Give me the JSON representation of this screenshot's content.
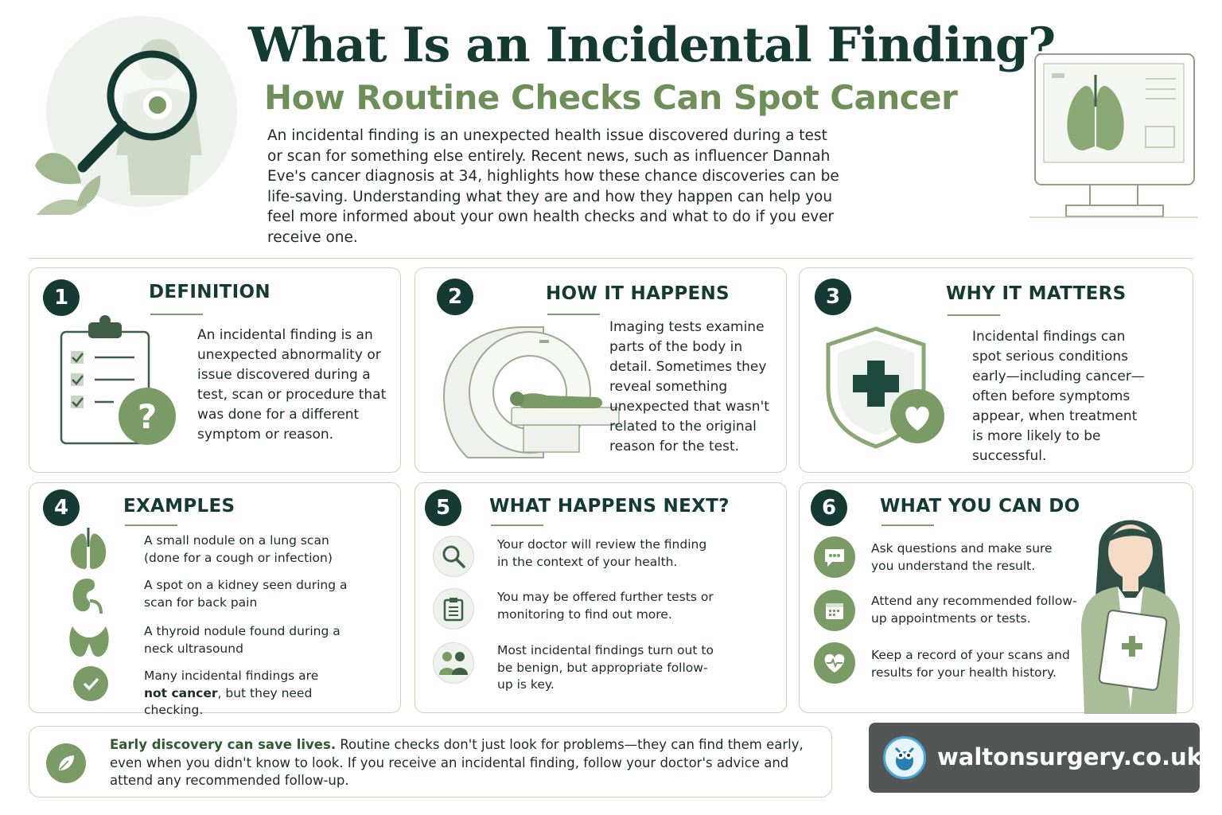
{
  "header": {
    "title": "What Is an Incidental Finding?",
    "subtitle": "How Routine Checks Can Spot Cancer",
    "intro": "An incidental finding is an unexpected health issue discovered during a test or scan for something else entirely. Recent news, such as influencer Dannah Eve's cancer diagnosis at 34, highlights how these chance discoveries can be life-saving. Understanding what they are and how they happen can help you feel more informed about your own health checks and what to do if you ever receive one."
  },
  "cards": [
    {
      "number": "1",
      "title": "DEFINITION",
      "text": "An incidental finding is an unexpected abnormality or issue discovered during a test, scan or procedure that was done for a different symptom or reason."
    },
    {
      "number": "2",
      "title": "HOW IT HAPPENS",
      "text": "Imaging tests examine parts of the body in detail. Sometimes they reveal something unexpected that wasn't related to the original reason for the test."
    },
    {
      "number": "3",
      "title": "WHY IT MATTERS",
      "text": "Incidental findings can spot serious conditions early—including cancer—often before symptoms appear, when treatment is more likely to be successful."
    },
    {
      "number": "4",
      "title": "EXAMPLES",
      "items": [
        "A small nodule on a lung scan (done for a cough or infection)",
        "A spot on a kidney seen during a scan for back pain",
        "A thyroid nodule found during a neck ultrasound"
      ],
      "note_prefix": "Many incidental findings are",
      "note_strong": "not cancer",
      "note_suffix": ", but they need checking."
    },
    {
      "number": "5",
      "title": "WHAT HAPPENS NEXT?",
      "items": [
        "Your doctor will review the finding in the context of your health.",
        "You may be offered further tests or monitoring to find out more.",
        "Most incidental findings turn out to be benign, but appropriate follow-up is key."
      ]
    },
    {
      "number": "6",
      "title": "WHAT YOU CAN DO",
      "items": [
        "Ask questions and make sure you understand the result.",
        "Attend any recommended follow-up appointments or tests.",
        "Keep a record of your scans and results for your health history."
      ]
    }
  ],
  "footer": {
    "strong": "Early discovery can save lives.",
    "text": " Routine checks don't just look for problems—they can find them early, even when you didn't know to look. If you receive an incidental finding, follow your doctor's advice and attend any recommended follow-up."
  },
  "brand": {
    "domain": "waltonsurgery.co.uk"
  },
  "colors": {
    "dark_green": "#143a33",
    "mid_green": "#7a9a66",
    "light_green": "#eef2ec",
    "border": "#c7d3c1"
  }
}
